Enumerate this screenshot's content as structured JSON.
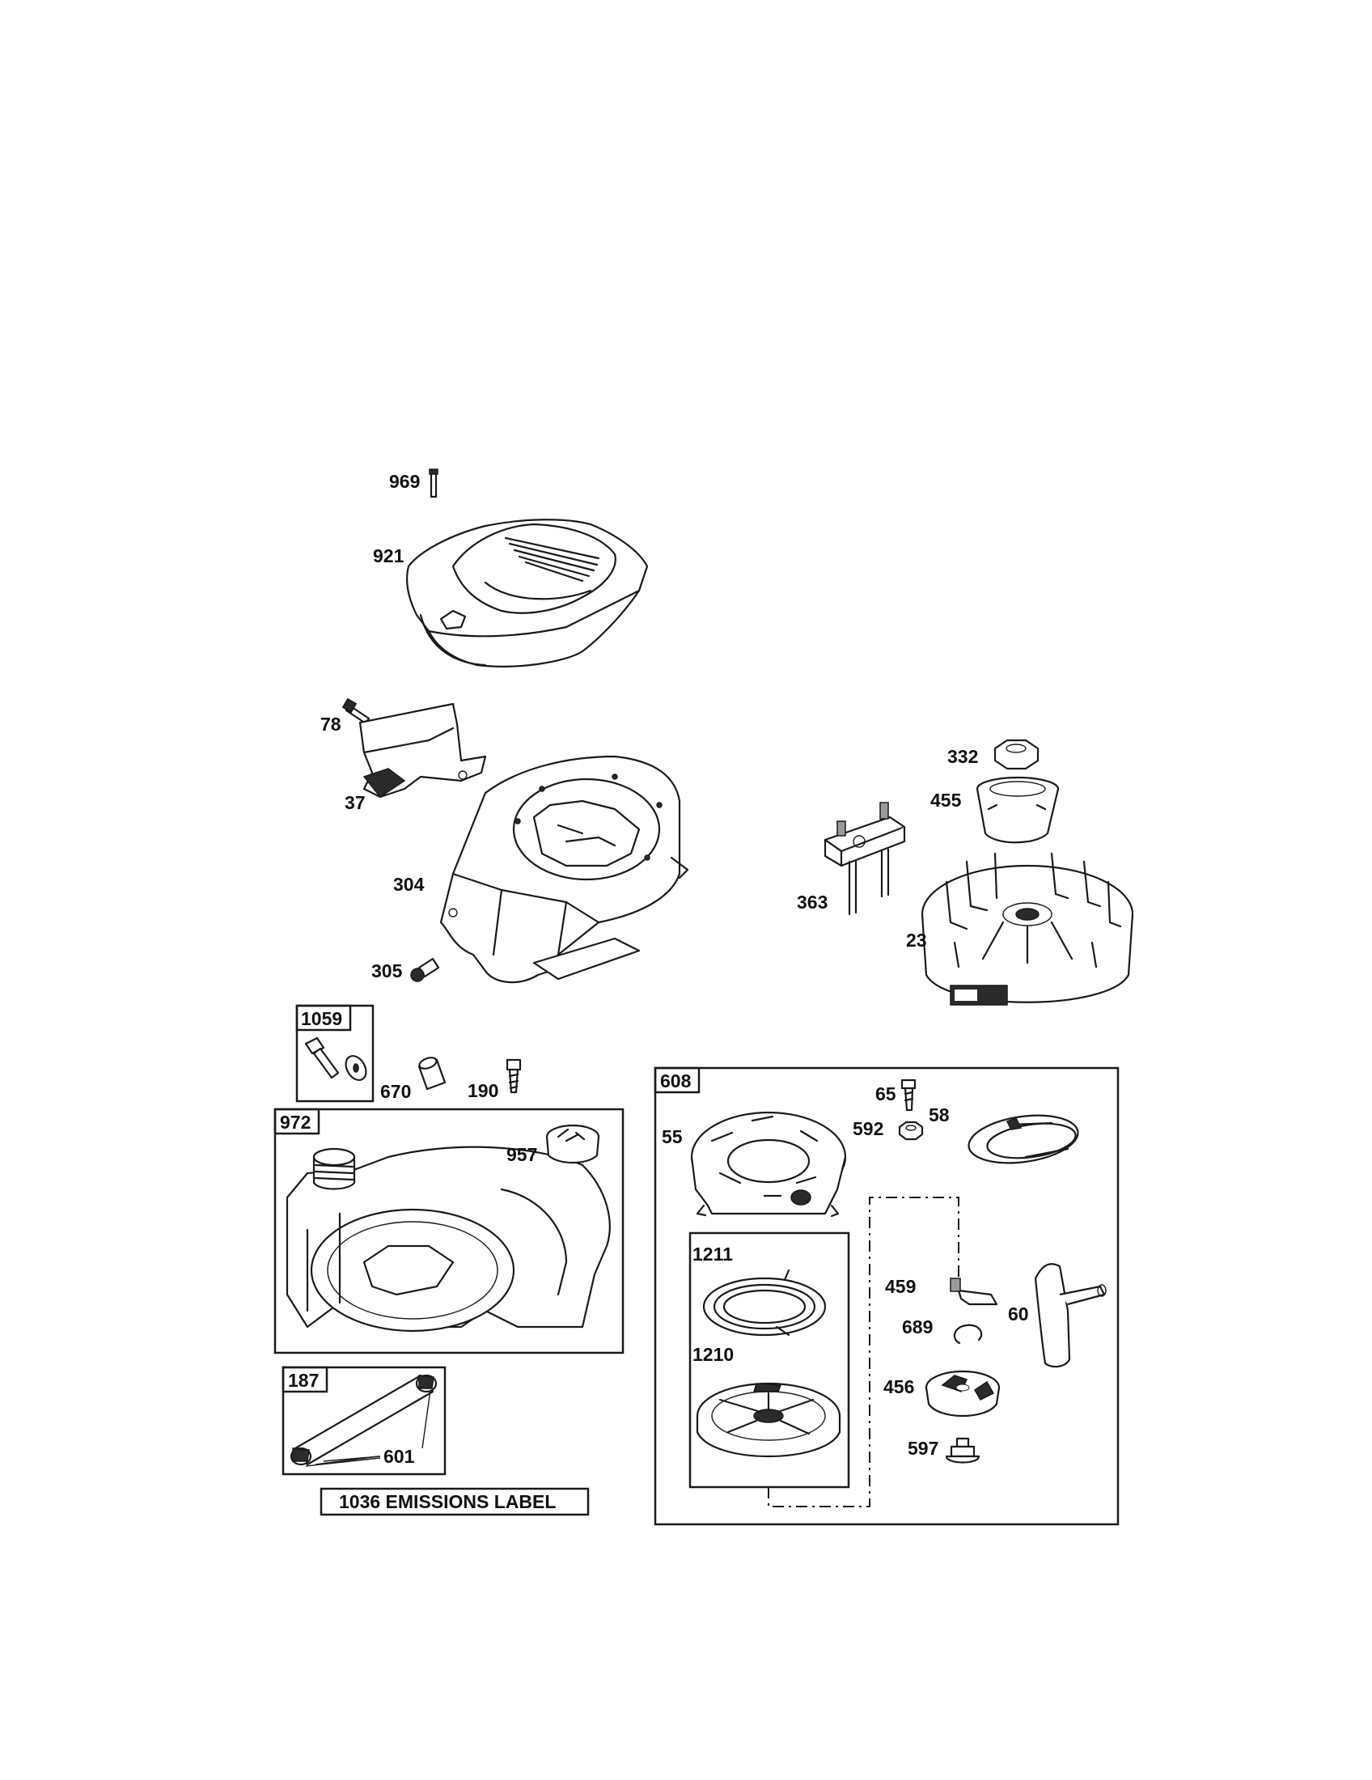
{
  "parts": [
    {
      "id": "969"
    },
    {
      "id": "921"
    },
    {
      "id": "78"
    },
    {
      "id": "37"
    },
    {
      "id": "304"
    },
    {
      "id": "305"
    },
    {
      "id": "332"
    },
    {
      "id": "455"
    },
    {
      "id": "363"
    },
    {
      "id": "23"
    },
    {
      "id": "670"
    },
    {
      "id": "190"
    },
    {
      "id": "957"
    },
    {
      "id": "601"
    },
    {
      "id": "65"
    },
    {
      "id": "592"
    },
    {
      "id": "58"
    },
    {
      "id": "55"
    },
    {
      "id": "1211"
    },
    {
      "id": "1210"
    },
    {
      "id": "459"
    },
    {
      "id": "689"
    },
    {
      "id": "60"
    },
    {
      "id": "456"
    },
    {
      "id": "597"
    }
  ],
  "kits": [
    {
      "id": "1059"
    },
    {
      "id": "972"
    },
    {
      "id": "187"
    },
    {
      "id": "608"
    }
  ],
  "emissions_label": "1036 EMISSIONS LABEL"
}
